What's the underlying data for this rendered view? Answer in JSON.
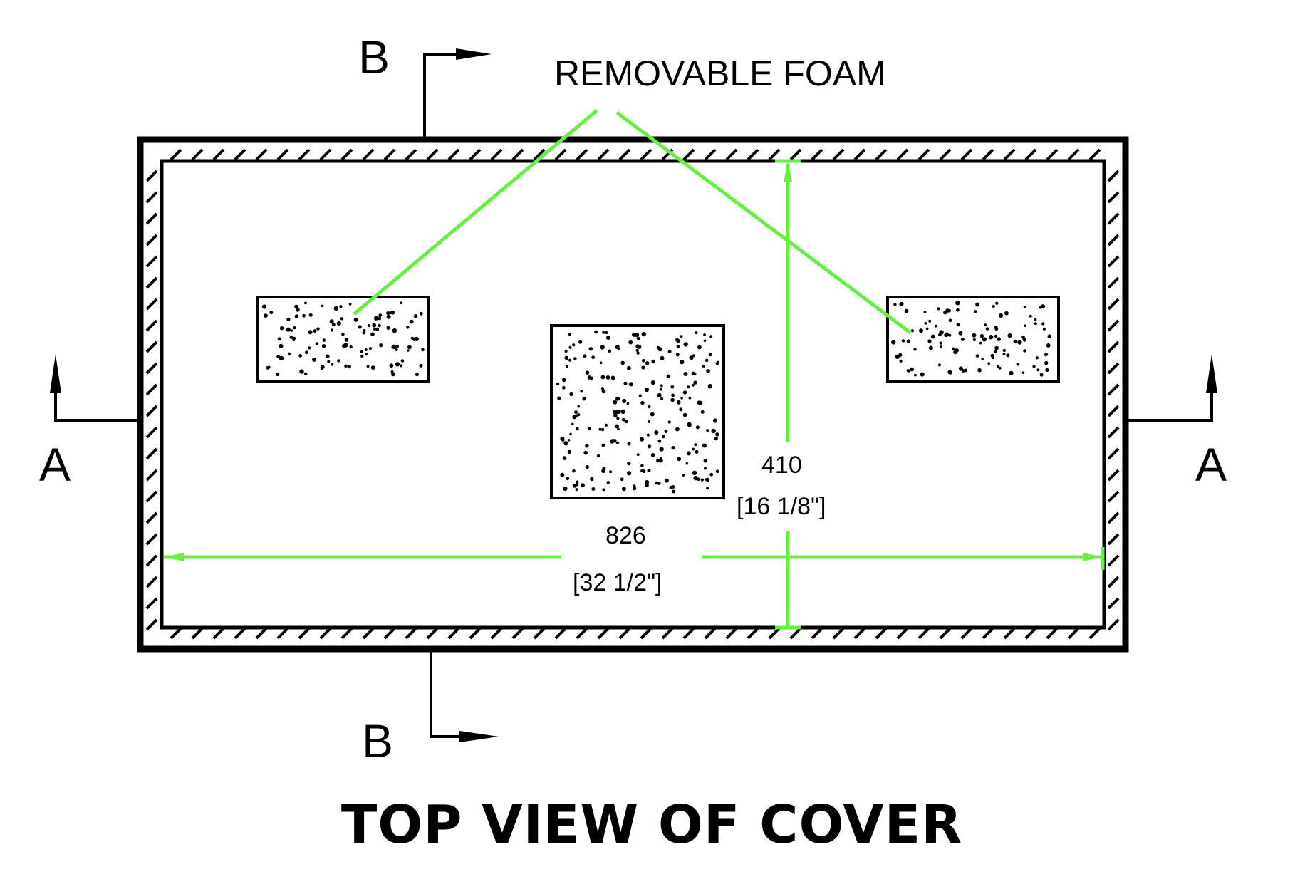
{
  "section_labels": {
    "b_top": "B",
    "b_bottom": "B",
    "a_left": "A",
    "a_right": "A"
  },
  "callout": {
    "text": "REMOVABLE FOAM"
  },
  "dimensions": {
    "width_mm": "826",
    "width_in": "[32 1/2\"]",
    "height_mm": "410",
    "height_in": "[16 1/8\"]"
  },
  "title": "TOP VIEW OF COVER",
  "colors": {
    "outline": "#000000",
    "dimension": "#66ee44",
    "background": "#ffffff"
  }
}
